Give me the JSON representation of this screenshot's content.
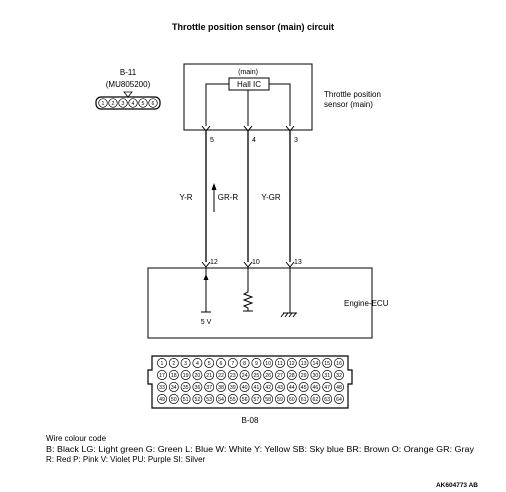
{
  "title": "Throttle position sensor (main) circuit",
  "sensor": {
    "tag": "(main)",
    "ic_label": "Hall IC",
    "name_line1": "Throttle position",
    "name_line2": "sensor (main)",
    "pins": [
      "5",
      "4",
      "3"
    ]
  },
  "connector_b11": {
    "name": "B-11",
    "part": "(MU805200)",
    "pins": [
      "1",
      "2",
      "3",
      "4",
      "5",
      "6"
    ]
  },
  "wires": [
    {
      "color": "Y-R",
      "from_pin": "5",
      "to_pin": "12"
    },
    {
      "color": "GR-R",
      "from_pin": "4",
      "to_pin": "10"
    },
    {
      "color": "Y-GR",
      "from_pin": "3",
      "to_pin": "13"
    }
  ],
  "ecu": {
    "name": "Engine-ECU",
    "pins": [
      "12",
      "10",
      "13"
    ],
    "supply": "5 V"
  },
  "connector_b08": {
    "name": "B-08",
    "rows": [
      [
        "1",
        "2",
        "3",
        "4",
        "5",
        "6",
        "7",
        "8",
        "9",
        "10",
        "11",
        "12",
        "13",
        "14",
        "15",
        "16"
      ],
      [
        "17",
        "18",
        "19",
        "20",
        "21",
        "22",
        "23",
        "24",
        "25",
        "26",
        "27",
        "28",
        "29",
        "30",
        "31",
        "32"
      ],
      [
        "33",
        "34",
        "35",
        "36",
        "37",
        "38",
        "39",
        "40",
        "41",
        "42",
        "43",
        "44",
        "45",
        "46",
        "47",
        "48"
      ],
      [
        "49",
        "50",
        "51",
        "52",
        "53",
        "54",
        "55",
        "56",
        "57",
        "58",
        "59",
        "60",
        "61",
        "62",
        "63",
        "64"
      ]
    ]
  },
  "wire_code": {
    "heading": "Wire colour code",
    "line1": "B: Black  LG: Light green  G: Green  L: Blue  W: White  Y: Yellow  SB: Sky blue  BR: Brown  O: Orange  GR: Gray",
    "line2": "R: Red  P: Pink  V: Violet  PU: Purple  SI: Silver"
  },
  "ref_code": "AK604773 AB"
}
